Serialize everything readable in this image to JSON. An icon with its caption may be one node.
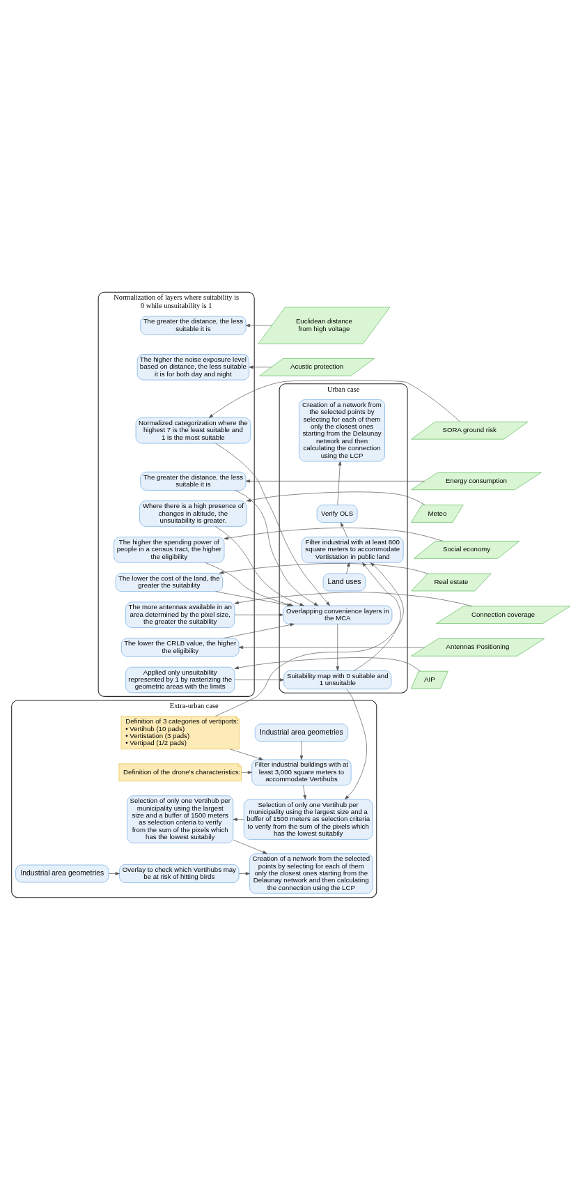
{
  "diagram": {
    "nodes": [
      {
        "text": [
          "Normalization of layers where suitability is 0 while unsuitability is 1"
        ]
      },
      {
        "text": [
          "Euclidean distance from high voltage"
        ]
      },
      {
        "text": [
          "The greater the distance, the less suitable it is"
        ],
        "in": 0
      },
      {
        "text": [
          "Acustic protection"
        ]
      },
      {
        "text": [
          "The higher the noise exposure level based on distance, the less suitable it is for both day and night"
        ],
        "in": 0
      },
      {
        "text": [
          "SORA ground risk"
        ]
      },
      {
        "text": [
          "Normalized categorization where the highest 7 is the least suitable and 1 is the most suitable"
        ],
        "in": 0
      },
      {
        "text": [
          "Energy consumption"
        ]
      },
      {
        "text": [
          "The greater the distance, the less suitable it is"
        ],
        "in": 0
      },
      {
        "text": [
          "Meteo"
        ]
      },
      {
        "text": [
          "Where there is a high presence of changes in altitude, the unsuitability is greater."
        ],
        "in": 0
      },
      {
        "text": [
          "Social economy"
        ]
      },
      {
        "text": [
          "The higher the spending power of people in a census tract, the higher the eligibility"
        ],
        "in": 0
      },
      {
        "text": [
          "Real estate"
        ]
      },
      {
        "text": [
          "The lower the cost of the land, the greater the suitability"
        ],
        "in": 0
      },
      {
        "text": [
          "Connection coverage"
        ]
      },
      {
        "text": [
          "The more antennas available in an area determined by the pixel size, the greater the suitability"
        ],
        "in": 0
      },
      {
        "text": [
          "Antennas Positioning"
        ]
      },
      {
        "text": [
          "The lower the CRLB value, the higher the eligibility"
        ],
        "in": 0
      },
      {
        "text": [
          "AIP"
        ]
      },
      {
        "text": [
          "Applied only unsuitability represented by 1 by rasterizing the geometric areas with the limits"
        ],
        "in": 0
      },
      {
        "text": [
          "Urban case"
        ]
      },
      {
        "text": [
          "Creation of a network from the selected points by selecting for each of them only the closest ones starting from the Delaunay network and then calculating the connection using the LCP"
        ],
        "in": 21
      },
      {
        "text": [
          "Verify OLS"
        ],
        "in": 21
      },
      {
        "text": [
          "Filter industrial with at least 800 square meters to accommodate Vertistation in public land"
        ],
        "in": 21
      },
      {
        "text": [
          "Land uses"
        ],
        "in": 21
      },
      {
        "text": [
          "Overlapping convenience layers in the MCA"
        ],
        "in": 21
      },
      {
        "text": [
          "Suitability map with 0 suitable and 1 unsuitable"
        ],
        "in": 21
      },
      {
        "text": [
          "Extra-urban case"
        ]
      },
      {
        "text": [
          "Definition of 3 categories of vertiports:",
          "• Vertihub (10 pads)",
          "• Vertistation (3 pads)",
          "• Vertipad (1/2 pads)"
        ],
        "in": 28
      },
      {
        "text": [
          "Industrial area geometries"
        ],
        "in": 28
      },
      {
        "text": [
          "Definition of the drone's characteristics:"
        ],
        "in": 28
      },
      {
        "text": [
          "Filter industrial buildings with at least 3,000 square meters to accommodate Vertihubs"
        ],
        "in": 28
      },
      {
        "text": [
          "Selection of only one Vertihub per municipality using the largest size and a buffer of 1500 meters as selection criteria to verify from the sum of the pixels which has the lowest suitabily"
        ],
        "in": 28
      },
      {
        "text": [
          "Selection of only one Vertihub per municipality using the largest size and a buffer of 1500 meters as selection criteria to verify from the sum of the pixels which has the lowest suitabily"
        ],
        "in": 28
      },
      {
        "text": [
          "Creation of a network from the selected points by selecting for each of them only the closest ones starting from the Delaunay network and then calculating the connection using the LCP"
        ],
        "in": 28
      },
      {
        "text": [
          "Overlay to check which Vertihubs may be at risk of hitting birds"
        ],
        "in": 28
      },
      {
        "text": [
          "Industrial area geometries"
        ],
        "in": 28
      }
    ],
    "edges": [
      {
        "from": 1,
        "to": 2,
        "arrow": "to"
      },
      {
        "from": 3,
        "to": 4,
        "arrow": "to"
      },
      {
        "from": 5,
        "to": 6,
        "arrow": "to"
      },
      {
        "from": 7,
        "to": 8,
        "arrow": "to"
      },
      {
        "from": 9,
        "to": 10,
        "arrow": "to"
      },
      {
        "from": 11,
        "to": 12,
        "arrow": "to"
      },
      {
        "from": 13,
        "to": 14,
        "arrow": "to"
      },
      {
        "from": 15,
        "to": 16,
        "arrow": "to"
      },
      {
        "from": 17,
        "to": 18,
        "arrow": "to"
      },
      {
        "from": 19,
        "to": 20,
        "arrow": "to"
      },
      {
        "from": 6,
        "to": 26,
        "arrow": "to"
      },
      {
        "from": 8,
        "to": 26,
        "arrow": "to"
      },
      {
        "from": 10,
        "to": 26,
        "arrow": "to"
      },
      {
        "from": 12,
        "to": 26,
        "arrow": "to"
      },
      {
        "from": 14,
        "to": 26,
        "arrow": "to"
      },
      {
        "from": 16,
        "to": 26,
        "arrow": "to"
      },
      {
        "from": 18,
        "to": 26,
        "arrow": "to"
      },
      {
        "from": 20,
        "to": 27,
        "arrow": "to"
      },
      {
        "from": 26,
        "to": 27,
        "arrow": "to"
      },
      {
        "from": 25,
        "to": 24,
        "arrow": "to"
      },
      {
        "from": 24,
        "to": 23,
        "arrow": "to"
      },
      {
        "from": 23,
        "to": 22,
        "arrow": "to"
      },
      {
        "from": 27,
        "to": 24,
        "arrow": "to"
      },
      {
        "from": 29,
        "to": 24,
        "arrow": "to"
      },
      {
        "from": 29,
        "to": 32,
        "arrow": "to"
      },
      {
        "from": 31,
        "to": 32,
        "arrow": "to"
      },
      {
        "from": 30,
        "to": 32,
        "arrow": "to"
      },
      {
        "from": 32,
        "to": 34,
        "arrow": "to"
      },
      {
        "from": 27,
        "to": 34,
        "arrow": "to"
      },
      {
        "from": 34,
        "to": 33,
        "arrow": "to"
      },
      {
        "from": 33,
        "to": 35,
        "arrow": "to"
      },
      {
        "from": 37,
        "to": 36,
        "arrow": "to"
      },
      {
        "from": 36,
        "to": 35,
        "arrow": "to"
      }
    ]
  }
}
